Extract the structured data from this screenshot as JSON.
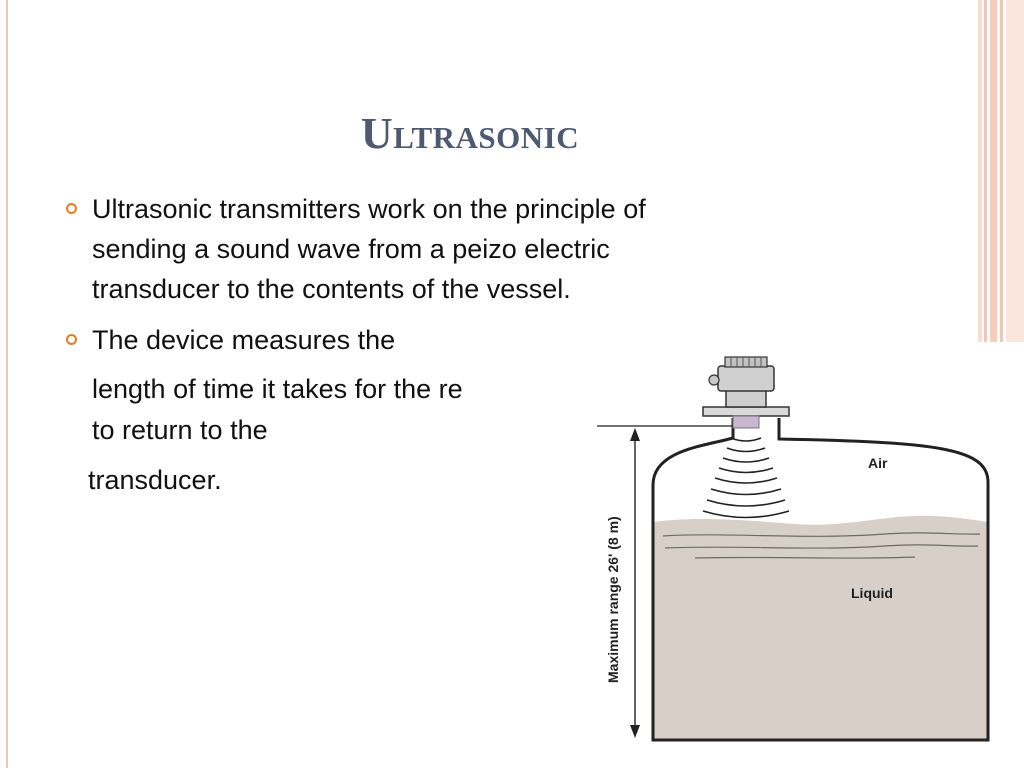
{
  "slide": {
    "title": "Ultrasonic",
    "bullets": [
      {
        "lines": [
          "Ultrasonic transmitters work on the principle of",
          "sending a sound wave from a peizo electric",
          "transducer to the contents of the vessel."
        ]
      },
      {
        "lines": [
          "The device measures the",
          " length  of time it takes for the re",
          "to return to the",
          "transducer."
        ]
      }
    ]
  },
  "diagram": {
    "air_label": "Air",
    "liquid_label": "Liquid",
    "range_label": "Maximum range 26' (8 m)"
  },
  "colors": {
    "accent": "#e57e22",
    "title": "#4e5a72",
    "liquid": "#d8d0c8",
    "stripe": "#f3c6b3"
  }
}
